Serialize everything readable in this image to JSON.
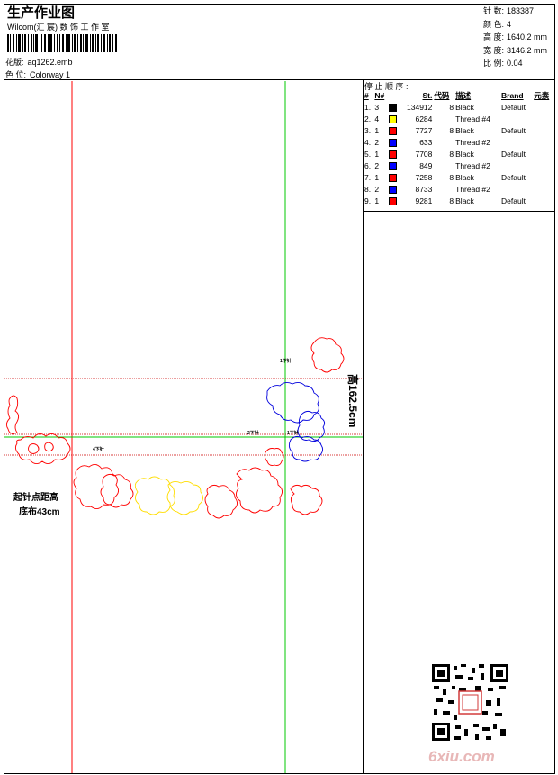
{
  "header": {
    "title": "生产作业图",
    "company": "Wilcom(汇 宸) 数 饰 工 作 室",
    "pattern_label": "花版:",
    "pattern_value": "aq1262.emb",
    "colorway_label": "色 位:",
    "colorway_value": "Colorway 1"
  },
  "stats": {
    "stitch_label": "针 数:",
    "stitch_value": "183387",
    "colors_label": "颜 色:",
    "colors_value": "4",
    "height_label": "高 度:",
    "height_value": "1640.2 mm",
    "width_label": "宽 度:",
    "width_value": "3146.2 mm",
    "scale_label": "比 例:",
    "scale_value": "0.04"
  },
  "stop_sequence": {
    "title": "停 止 顺 序 :",
    "columns": [
      "#",
      "N#",
      "St.",
      "代码",
      "描述",
      "Brand",
      "元素"
    ],
    "rows": [
      {
        "idx": "1.",
        "n": "3",
        "color": "#000000",
        "st": "134912",
        "code": "8",
        "desc": "Black",
        "brand": "Default"
      },
      {
        "idx": "2.",
        "n": "4",
        "color": "#ffff00",
        "st": "6284",
        "code": "",
        "desc": "Thread #4",
        "brand": ""
      },
      {
        "idx": "3.",
        "n": "1",
        "color": "#ff0000",
        "st": "7727",
        "code": "8",
        "desc": "Black",
        "brand": "Default"
      },
      {
        "idx": "4.",
        "n": "2",
        "color": "#0000ff",
        "st": "633",
        "code": "",
        "desc": "Thread #2",
        "brand": ""
      },
      {
        "idx": "5.",
        "n": "1",
        "color": "#ff0000",
        "st": "7708",
        "code": "8",
        "desc": "Black",
        "brand": "Default"
      },
      {
        "idx": "6.",
        "n": "2",
        "color": "#0000ff",
        "st": "849",
        "code": "",
        "desc": "Thread #2",
        "brand": ""
      },
      {
        "idx": "7.",
        "n": "1",
        "color": "#ff0000",
        "st": "7258",
        "code": "8",
        "desc": "Black",
        "brand": "Default"
      },
      {
        "idx": "8.",
        "n": "2",
        "color": "#0000ff",
        "st": "8733",
        "code": "",
        "desc": "Thread #2",
        "brand": ""
      },
      {
        "idx": "9.",
        "n": "1",
        "color": "#ff0000",
        "st": "9281",
        "code": "8",
        "desc": "Black",
        "brand": "Default"
      }
    ]
  },
  "design": {
    "note_line1": "起针点距高",
    "note_line2": "底布43cm",
    "height_note": "高162.5cm",
    "label_1": "1下针",
    "label_4": "4下针",
    "label_2": "2下针",
    "label_1b": "1下针"
  },
  "watermark": "6xiu.com",
  "colors": {
    "red": "#ff0000",
    "blue": "#0000ff",
    "yellow": "#ffff00",
    "green": "#00c800"
  }
}
